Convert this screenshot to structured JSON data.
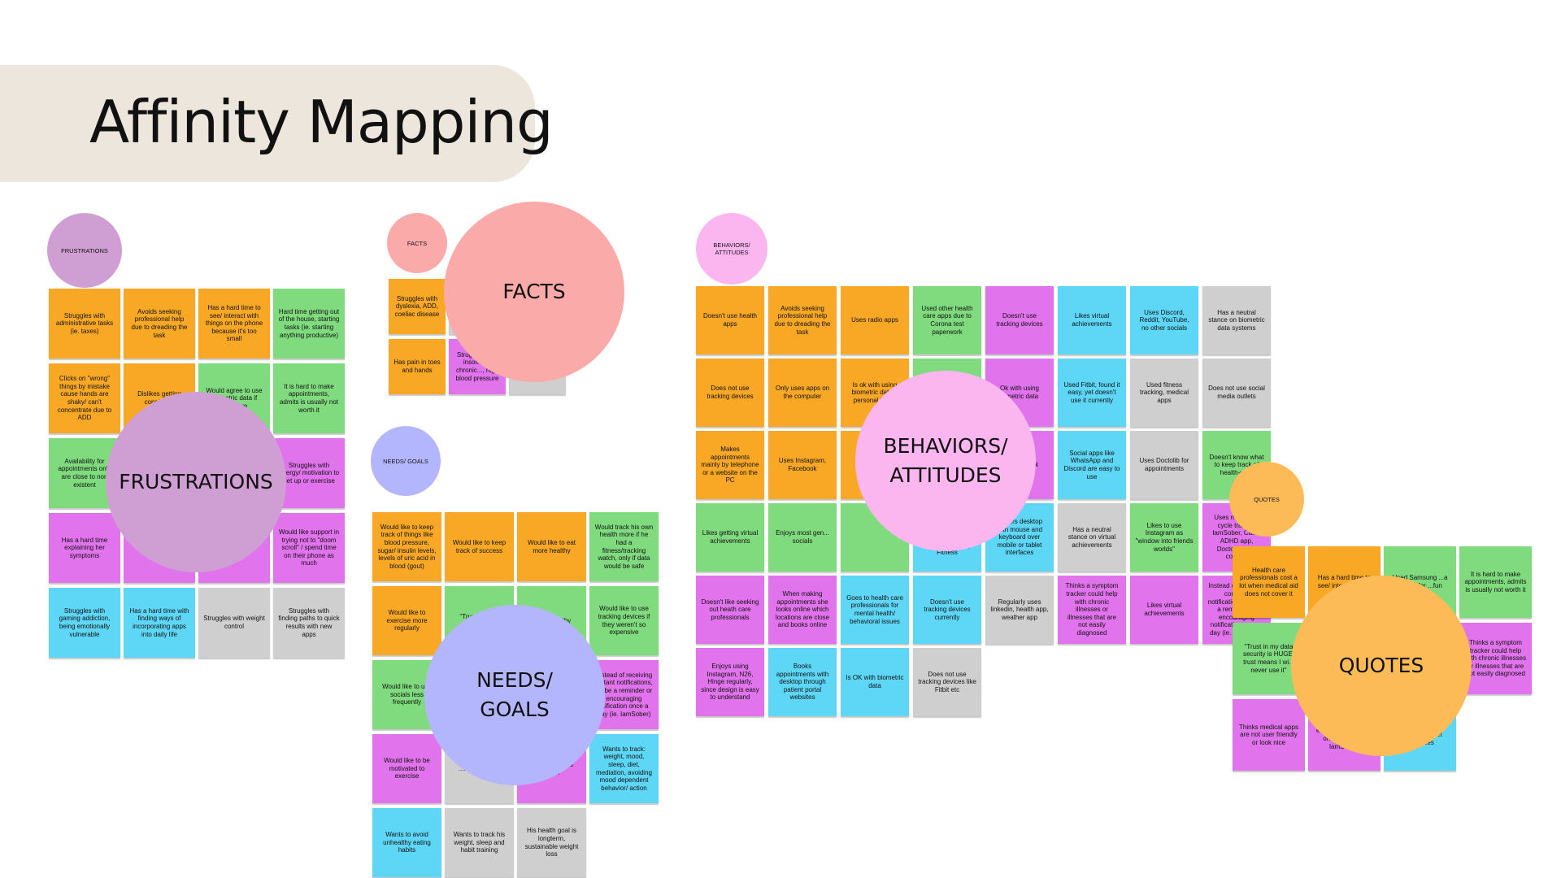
{
  "page": {
    "title": "Affinity Mapping"
  },
  "colors": {
    "orange": "#f9a826",
    "green": "#7fdb7e",
    "pink": "#e173ec",
    "cyan": "#5ed7f7",
    "gray": "#cfcfcf",
    "frustrations_circle": "#cf9fd3",
    "facts_circle": "#f9aaa9",
    "needs_circle": "#b3b6fd",
    "behaviors_circle": "#fbb6ef",
    "quotes_circle": "#fdbb57"
  },
  "frustrations": {
    "small_label": "FRUSTRATIONS",
    "big_label": "FRUSTRATIONS",
    "notes": [
      {
        "color": "orange",
        "text": "Struggles with administrative tasks (ie. taxes)"
      },
      {
        "color": "orange",
        "text": "Avoids seeking professional help due to dreading the task"
      },
      {
        "color": "orange",
        "text": "Has a hard time to see/ interact with things on the phone because it's too small"
      },
      {
        "color": "green",
        "text": "Hard time getting out of the house, starting tasks (ie. starting anything productive)"
      },
      {
        "color": "orange",
        "text": "Clicks on \"wrong\" things by mistake cause hands are shaky/ can't concentrate due to ADD"
      },
      {
        "color": "orange",
        "text": "Dislikes getting constant..."
      },
      {
        "color": "green",
        "text": "Would agree to use biometric data if ...receive"
      },
      {
        "color": "green",
        "text": "It is hard to make appointments, admits is usually not worth it"
      },
      {
        "color": "green",
        "text": "Availability for appointments only are close to non existent"
      },
      {
        "color": "pink",
        "text": ""
      },
      {
        "color": "pink",
        "text": ""
      },
      {
        "color": "pink",
        "text": "Struggles with energy/ motivation to get up or exercise"
      },
      {
        "color": "pink",
        "text": "Has a hard time explaining her symptoms"
      },
      {
        "color": "pink",
        "text": "...pro..."
      },
      {
        "color": "pink",
        "text": "...y"
      },
      {
        "color": "pink",
        "text": "Would like support in trying not to \"doom scroll\" / spend time on their phone as much"
      },
      {
        "color": "cyan",
        "text": "Struggles with gaming addiction, being emotionally vulnerable"
      },
      {
        "color": "cyan",
        "text": "Has a hard time with finding ways of incorporating apps into daily life"
      },
      {
        "color": "gray",
        "text": "Struggles with weight control"
      },
      {
        "color": "gray",
        "text": "Struggles with finding paths to quick results with new apps"
      }
    ]
  },
  "facts": {
    "small_label": "FACTS",
    "big_label": "FACTS",
    "notes": [
      {
        "color": "orange",
        "text": "Struggles with dyslexia, ADD, coeliac disease"
      },
      {
        "color": "gray",
        "text": ""
      },
      {
        "color": "gray",
        "text": ""
      },
      {
        "color": "orange",
        "text": "Has pain in toes and hands"
      },
      {
        "color": "pink",
        "text": "Struggles with insomnia, chronic..., high blood pressure"
      },
      {
        "color": "gray",
        "text": ""
      }
    ]
  },
  "needs": {
    "small_label": "NEEDS/ GOALS",
    "big_label": "NEEDS/\nGOALS",
    "notes": [
      {
        "color": "orange",
        "text": "Would like to keep track of things like blood pressure, sugar/ insulin levels, levels of uric acid in blood (gout)"
      },
      {
        "color": "orange",
        "text": "Would like to keep track of success"
      },
      {
        "color": "orange",
        "text": "Would like to eat more healthy"
      },
      {
        "color": "green",
        "text": "Would track his own health more if he had a fitness/tracking watch, only if data would be safe"
      },
      {
        "color": "orange",
        "text": "Would like to exercise more regularly"
      },
      {
        "color": "green",
        "text": "\"Trust in my... securi..."
      },
      {
        "color": "green",
        "text": "...ercise ...thy"
      },
      {
        "color": "green",
        "text": "Would like to use tracking devices if they weren't so expensive"
      },
      {
        "color": "green",
        "text": "Would like to use socials less frequently"
      },
      {
        "color": "green",
        "text": ""
      },
      {
        "color": "green",
        "text": ""
      },
      {
        "color": "pink",
        "text": "...stead of receiving ...stant notifications, ...ybe a reminder or encouraging ...ification once a day (ie. IamSober)"
      },
      {
        "color": "pink",
        "text": "Would like to be motivated to exercise"
      },
      {
        "color": "gray",
        "text": "...be... better..."
      },
      {
        "color": "pink",
        "text": "...me on ...e as much"
      },
      {
        "color": "cyan",
        "text": "Wants to track: weight, mood, sleep, diet, mediation, avoiding mood dependent behavior/ action"
      },
      {
        "color": "cyan",
        "text": "Wants to avoid unhealthy eating habits"
      },
      {
        "color": "gray",
        "text": "Wants to track his weight, sleep and habit training"
      },
      {
        "color": "gray",
        "text": "His health goal is longterm, sustainable weight loss"
      }
    ]
  },
  "behaviors": {
    "small_label": "BEHAVIORS/ ATTITUDES",
    "big_label": "BEHAVIORS/\nATTITUDES",
    "notes": [
      {
        "color": "orange",
        "text": "Doesn't use health apps"
      },
      {
        "color": "orange",
        "text": "Avoids seeking professional help due to dreading the task"
      },
      {
        "color": "orange",
        "text": "Uses radio apps"
      },
      {
        "color": "green",
        "text": "Used other health care apps due to Corona test paperwork"
      },
      {
        "color": "pink",
        "text": "Doesn't use tracking devices"
      },
      {
        "color": "cyan",
        "text": "Likes virtual achievements"
      },
      {
        "color": "cyan",
        "text": "Uses Discord, Reddit, YouTube, no other socials"
      },
      {
        "color": "gray",
        "text": "Has a neutral stance on biometric data systems"
      },
      {
        "color": "orange",
        "text": "Does not use tracking devices"
      },
      {
        "color": "orange",
        "text": "Only uses apps on the computer"
      },
      {
        "color": "orange",
        "text": "Is ok with using biometric data... personal info..."
      },
      {
        "color": "green",
        "text": ""
      },
      {
        "color": "pink",
        "text": "Ok with using ...metric data"
      },
      {
        "color": "cyan",
        "text": "Used Fitbit, found it easy, yet doesn't use it currently"
      },
      {
        "color": "gray",
        "text": "Used fitness tracking, medical apps"
      },
      {
        "color": "gray",
        "text": "Does not use social media outlets"
      },
      {
        "color": "orange",
        "text": "Makes appointments mainly by telephone or a website on the PC"
      },
      {
        "color": "orange",
        "text": "Uses Instagram, Facebook"
      },
      {
        "color": "orange",
        "text": "On..."
      },
      {
        "color": "green",
        "text": ""
      },
      {
        "color": "pink",
        "text": "...n, ...e, ...ok"
      },
      {
        "color": "cyan",
        "text": "Social apps like WhatsApp and Discord are easy to use"
      },
      {
        "color": "gray",
        "text": "Uses Doctolib for appointments"
      },
      {
        "color": "green",
        "text": "Doesn't know what to keep track of health-wise"
      },
      {
        "color": "green",
        "text": "Likes getting virtual achievements"
      },
      {
        "color": "green",
        "text": "Enjoys most gen... socials"
      },
      {
        "color": "green",
        "text": ""
      },
      {
        "color": "cyan",
        "text": "...sed Fitbit, Fabulous, InsightTimer, Headspace, Mxy Fitness"
      },
      {
        "color": "cyan",
        "text": "Prefers desktop with mouse and keyboard over mobile or tablet interfaces"
      },
      {
        "color": "gray",
        "text": "Has a neutral stance on virtual achievements"
      },
      {
        "color": "green",
        "text": "Likes to use Instagram as \"window into friends worlds\""
      },
      {
        "color": "pink",
        "text": "Uses menstrual cycle tracker, IamSober, Calm, ADHD app, Doctolib, step counter"
      },
      {
        "color": "pink",
        "text": "Doesn't like seeking out heath care professionals"
      },
      {
        "color": "pink",
        "text": "When making appointments she looks online which locations are close and books online"
      },
      {
        "color": "cyan",
        "text": "Goes to health care professionals for mental health/ behavioral issues"
      },
      {
        "color": "cyan",
        "text": "Doesn't use tracking devices currently"
      },
      {
        "color": "gray",
        "text": "Regularly uses linkedin, health app, weather app"
      },
      {
        "color": "pink",
        "text": "Thinks a symptom tracker could help with chronic illnesses or illnesses that are not easily diagnosed"
      },
      {
        "color": "pink",
        "text": "Likes virtual achievements"
      },
      {
        "color": "pink",
        "text": "Instead of receiving constant notifications, maybe a reminder or encouraging notification once a day (ie. IamSober)"
      },
      {
        "color": "pink",
        "text": "Enjoys using Instagram, N26, Hinge regularly, since design is easy to understand"
      },
      {
        "color": "cyan",
        "text": "Books appointments with desktop through patient portal websites"
      },
      {
        "color": "cyan",
        "text": "Is OK with biometric data"
      },
      {
        "color": "gray",
        "text": "Does not use tracking devices like Fitbit etc"
      }
    ]
  },
  "quotes": {
    "small_label": "QUOTES",
    "big_label": "QUOTES",
    "notes": [
      {
        "color": "orange",
        "text": "Health care professionals cost a lot when medical aid does not cover it"
      },
      {
        "color": "orange",
        "text": "Has a hard time to see/ inter... thing..."
      },
      {
        "color": "green",
        "text": "Used Samsung ...a mainly for ...fun"
      },
      {
        "color": "green",
        "text": "It is hard to make appointments, admits is usually not worth it"
      },
      {
        "color": "green",
        "text": "\"Trust in my data security is HUGE, trust means I wi... never use it\""
      },
      {
        "color": "green",
        "text": ""
      },
      {
        "color": "pink",
        "text": ""
      },
      {
        "color": "pink",
        "text": "Thinks a symptom tracker could help with chronic illnesses or illnesses that are not easily diagnosed"
      },
      {
        "color": "pink",
        "text": "Thinks medical apps are not user friendly or look nice"
      },
      {
        "color": "pink",
        "text": "...co... maybe... encou... notification once a day (ie. IamSober)"
      },
      {
        "color": "cyan",
        "text": "...with ...yboard ...obile or tablet interfaces"
      }
    ]
  }
}
